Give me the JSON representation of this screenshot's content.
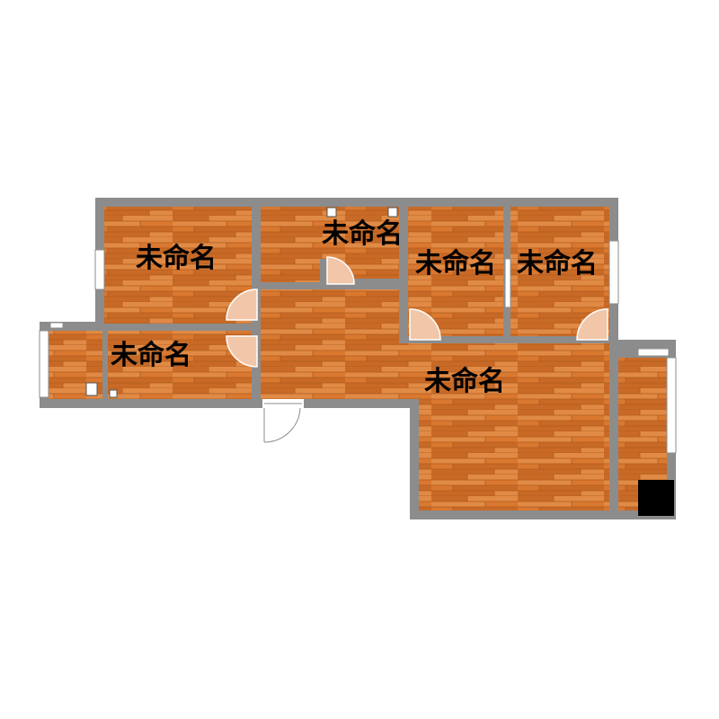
{
  "colors": {
    "wall": "#8c8c8c",
    "floor_base": "#d9782f",
    "floor_dark": "#c86a26",
    "floor_light": "#e08a45",
    "plank_line": "#b05a1e",
    "door_swing": "#f2c6a8",
    "window": "#ffffff",
    "column": "#000000"
  },
  "rooms": [
    {
      "id": "bedroom-left",
      "label": "未命名"
    },
    {
      "id": "bathroom-top",
      "label": "未命名"
    },
    {
      "id": "bedroom-mid",
      "label": "未命名"
    },
    {
      "id": "bedroom-right",
      "label": "未命名"
    },
    {
      "id": "balcony-left",
      "label": "未命名"
    },
    {
      "id": "living-room",
      "label": "未命名"
    }
  ]
}
